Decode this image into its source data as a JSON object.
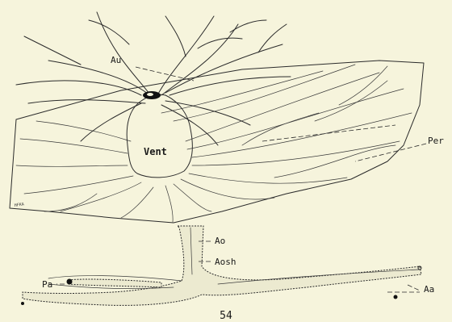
{
  "labels": {
    "au": "Au",
    "per": "Per",
    "vent": "Vent",
    "ao": "Ao",
    "aosh": "Aosh",
    "pa": "Pa",
    "aa": "Aa"
  },
  "artist_signature": "HFKA",
  "page_number": "54",
  "colors": {
    "background": "#f6f4dc",
    "ink": "#2b2b2b"
  }
}
